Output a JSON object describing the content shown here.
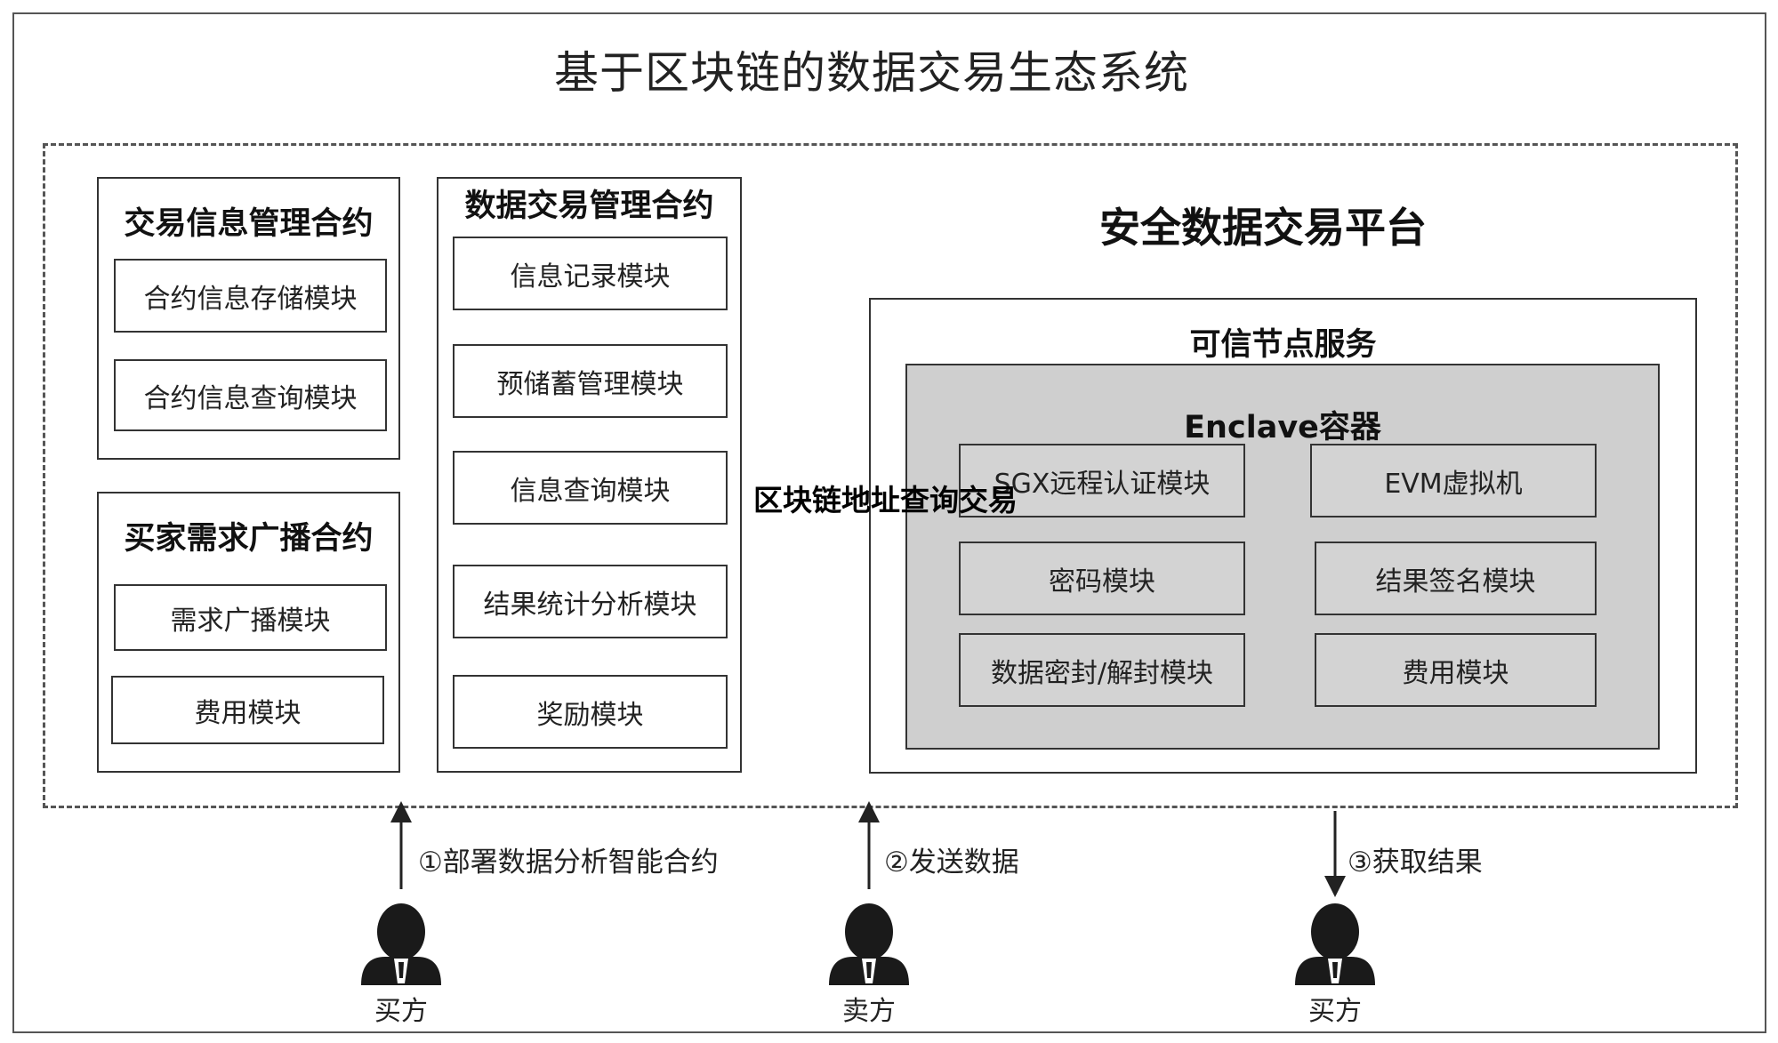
{
  "title": "基于区块链的数据交易生态系统",
  "contracts": {
    "trade_info": {
      "title": "交易信息管理合约",
      "modules": [
        "合约信息存储模块",
        "合约信息查询模块"
      ]
    },
    "buyer_demand": {
      "title": "买家需求广播合约",
      "modules": [
        "需求广播模块",
        "费用模块"
      ]
    },
    "data_trade": {
      "title": "数据交易管理合约",
      "modules": [
        "信息记录模块",
        "预储蓄管理模块",
        "信息查询模块",
        "结果统计分析模块",
        "奖励模块"
      ]
    }
  },
  "platform": {
    "title": "安全数据交易平台",
    "trusted_node": {
      "title": "可信节点服务",
      "enclave": {
        "title": "Enclave容器",
        "modules": [
          "SGX远程认证模块",
          "EVM虚拟机",
          "密码模块",
          "结果签名模块",
          "数据密封/解封模块",
          "费用模块"
        ]
      }
    }
  },
  "overlay_label": "区块链地址查询交易",
  "steps": [
    "①部署数据分析智能合约",
    "②发送数据",
    "③获取结果"
  ],
  "actors": [
    "买方",
    "卖方",
    "买方"
  ],
  "icons": {
    "person": "person-icon",
    "arrow_up": "arrow-up-icon",
    "arrow_down": "arrow-down-icon"
  },
  "colors": {
    "border": "#333333",
    "enclave_bg": "#cfcfcf",
    "module_bg": "#d3d3d3"
  }
}
